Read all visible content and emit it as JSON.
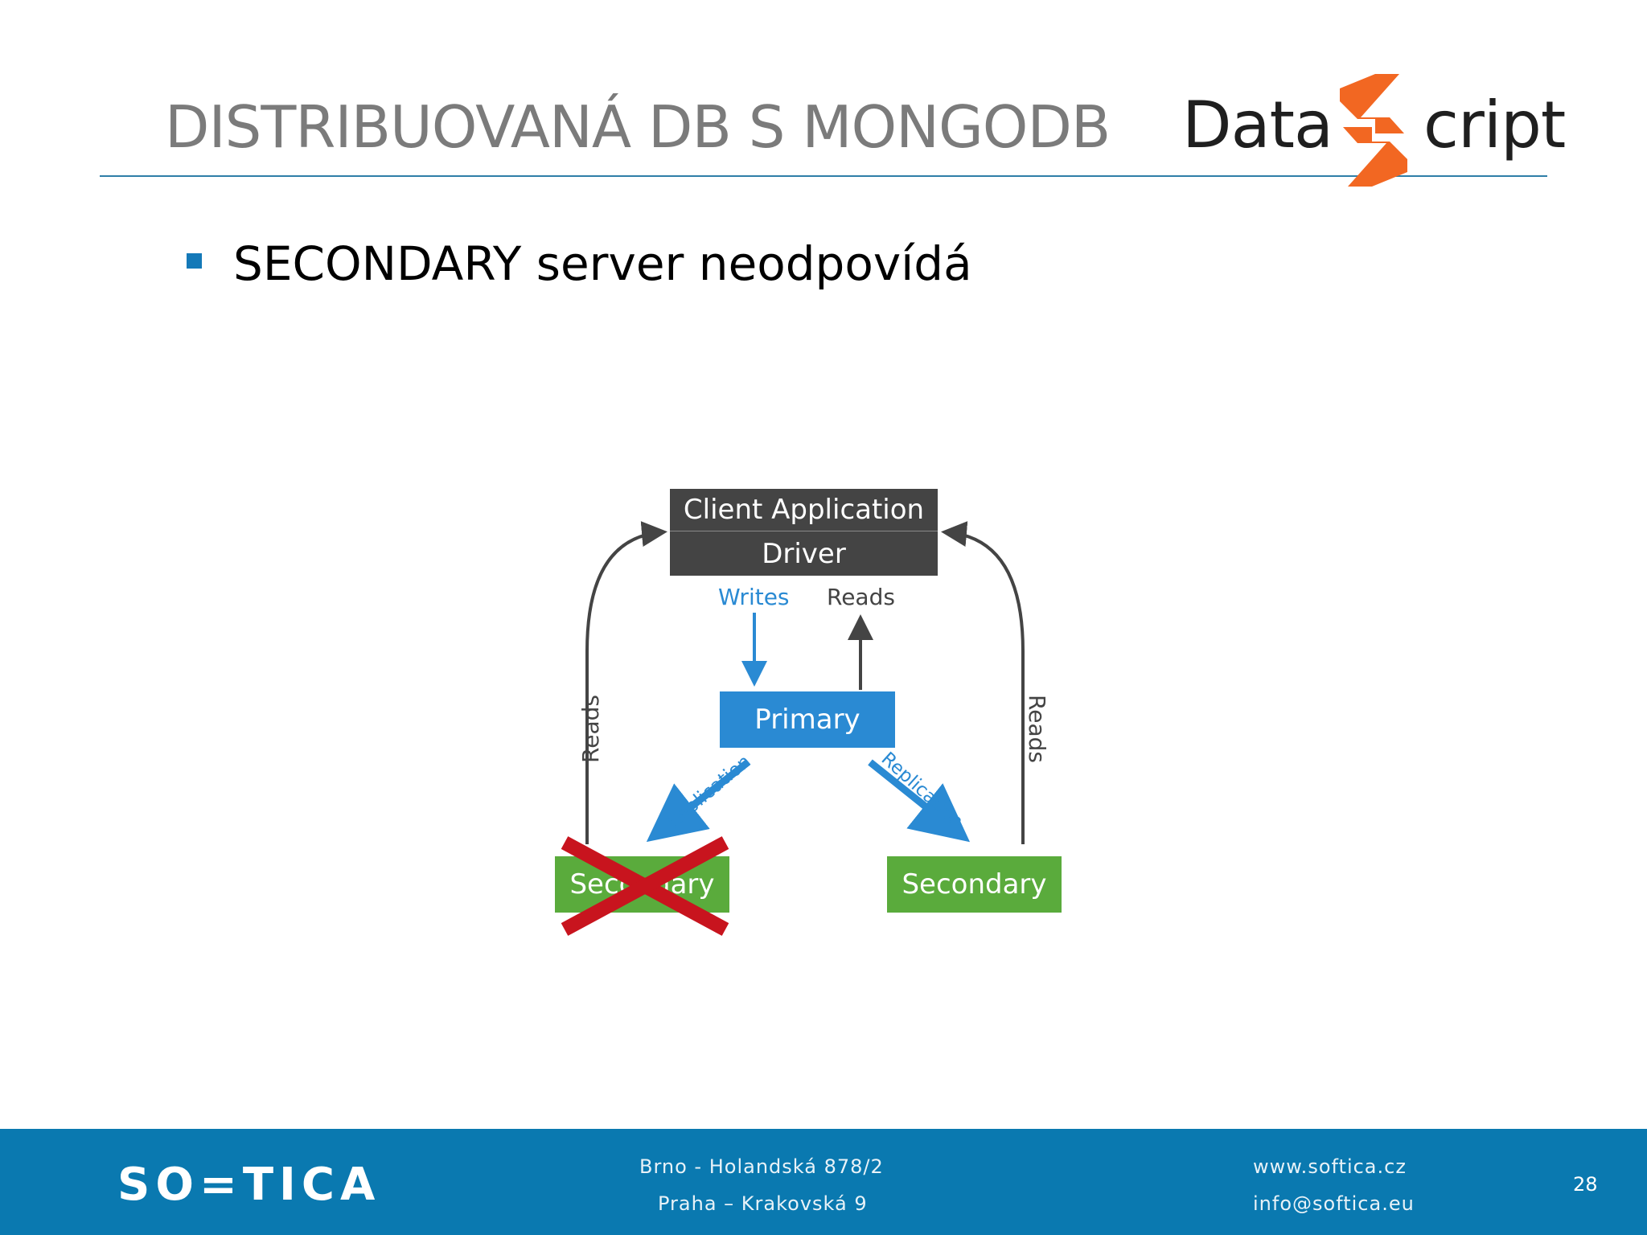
{
  "slide": {
    "title": "DISTRIBUOVANÁ DB S MONGODB",
    "bullet": "SECONDARY server neodpovídá"
  },
  "logo": {
    "word_left": "Data",
    "word_right": "cript",
    "accent_color": "#f26722"
  },
  "diagram": {
    "client_application": "Client Application",
    "driver": "Driver",
    "writes_label": "Writes",
    "reads_label_top": "Reads",
    "reads_label_left": "Reads",
    "reads_label_right": "Reads",
    "primary": "Primary",
    "secondary_left": "Secondary",
    "secondary_right": "Secondary",
    "replication_left": "Replication",
    "replication_right": "Replication",
    "failed_node": "secondary_left",
    "colors": {
      "client": "#444444",
      "primary": "#2a8ad3",
      "secondary": "#5aab3c",
      "cross": "#c8141e"
    }
  },
  "footer": {
    "brand": "SO=TICA",
    "address_brno": "Brno - Holandská 878/2",
    "address_praha": "Praha – Krakovská 9",
    "website": "www.softica.cz",
    "email": "info@softica.eu",
    "page_number": "28"
  }
}
